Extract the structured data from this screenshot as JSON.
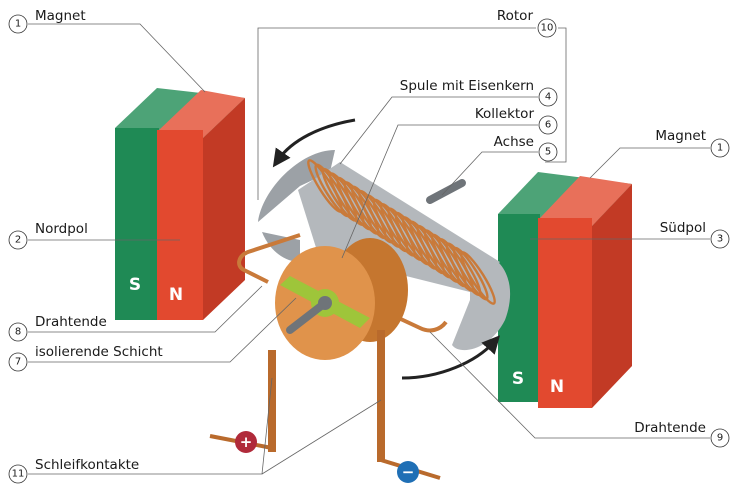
{
  "labels": {
    "magnet_left": {
      "text": "Magnet",
      "num": "1"
    },
    "nordpol": {
      "text": "Nordpol",
      "num": "2"
    },
    "drahtende_left": {
      "text": "Drahtende",
      "num": "8"
    },
    "isolierende_schicht": {
      "text": "isolierende Schicht",
      "num": "7"
    },
    "schleifkontakte": {
      "text": "Schleifkontakte",
      "num": "11"
    },
    "rotor": {
      "text": "Rotor",
      "num": "10"
    },
    "spule": {
      "text": "Spule mit Eisenkern",
      "num": "4"
    },
    "kollektor": {
      "text": "Kollektor",
      "num": "6"
    },
    "achse": {
      "text": "Achse",
      "num": "5"
    },
    "magnet_right": {
      "text": "Magnet",
      "num": "1"
    },
    "suedpol": {
      "text": "Südpol",
      "num": "3"
    },
    "drahtende_right": {
      "text": "Drahtende",
      "num": "9"
    }
  },
  "poles": {
    "left_s": "S",
    "left_n": "N",
    "right_s": "S",
    "right_n": "N"
  },
  "terminals": {
    "plus": "+",
    "minus": "−"
  },
  "colors": {
    "north_red": "#e2492f",
    "south_green": "#1f8a55",
    "copper": "#c97a3a",
    "collector": "#e0934b",
    "insulation": "#9ec53a",
    "core_grey": "#b4b8bc",
    "plus_terminal": "#b02a3a",
    "minus_terminal": "#1f6fb5"
  }
}
